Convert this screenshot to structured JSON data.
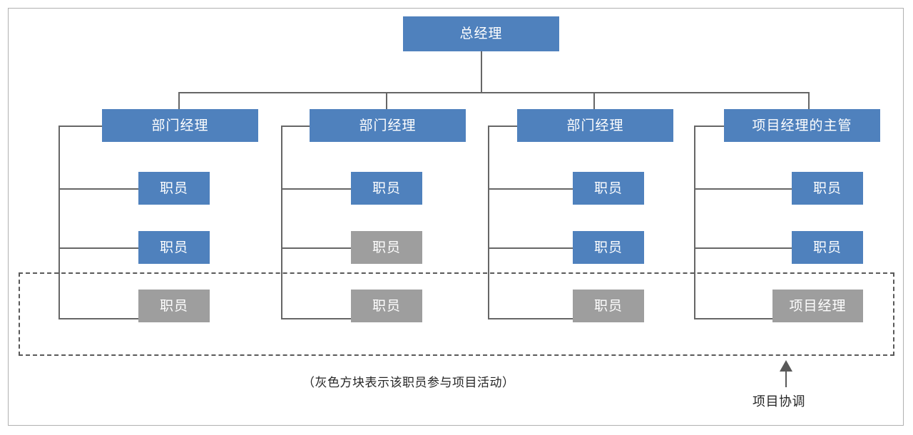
{
  "diagram": {
    "type": "organization-chart",
    "title_text": "",
    "colors": {
      "node_blue": "#4F81BD",
      "node_gray": "#9E9E9E",
      "connector": "#666666",
      "dashed_border": "#595959",
      "frame": "#B0B0B0",
      "text_light": "#FFFFFF",
      "text_dark": "#262626",
      "background": "#FFFFFF"
    },
    "root": {
      "label": "总经理",
      "style": "blue"
    },
    "columns": [
      {
        "head": {
          "label": "部门经理",
          "style": "blue"
        },
        "children": [
          {
            "label": "职员",
            "style": "blue"
          },
          {
            "label": "职员",
            "style": "blue"
          },
          {
            "label": "职员",
            "style": "gray"
          }
        ]
      },
      {
        "head": {
          "label": "部门经理",
          "style": "blue"
        },
        "children": [
          {
            "label": "职员",
            "style": "blue"
          },
          {
            "label": "职员",
            "style": "gray"
          },
          {
            "label": "职员",
            "style": "gray"
          }
        ]
      },
      {
        "head": {
          "label": "部门经理",
          "style": "blue"
        },
        "children": [
          {
            "label": "职员",
            "style": "blue"
          },
          {
            "label": "职员",
            "style": "blue"
          },
          {
            "label": "职员",
            "style": "gray"
          }
        ]
      },
      {
        "head": {
          "label": "项目经理的主管",
          "style": "blue"
        },
        "children": [
          {
            "label": "职员",
            "style": "blue"
          },
          {
            "label": "职员",
            "style": "blue"
          },
          {
            "label": "项目经理",
            "style": "gray"
          }
        ]
      }
    ],
    "legend_note": "（灰色方块表示该职员参与项目活动）",
    "annotation": {
      "label": "项目协调",
      "icon": "up-arrow-icon"
    }
  }
}
